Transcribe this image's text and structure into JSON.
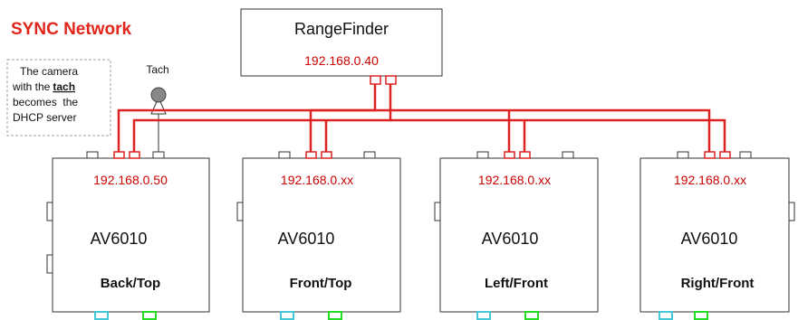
{
  "title": "SYNC Network",
  "note": {
    "lines": [
      "The camera",
      "with the",
      "tach",
      "becomes  the",
      "DHCP server"
    ]
  },
  "tach_label": "Tach",
  "rangefinder": {
    "name": "RangeFinder",
    "ip": "192.168.0.40"
  },
  "cameras": [
    {
      "ip": "192.168.0.50",
      "model": "AV6010",
      "position": "Back/Top"
    },
    {
      "ip": "192.168.0.xx",
      "model": "AV6010",
      "position": "Front/Top"
    },
    {
      "ip": "192.168.0.xx",
      "model": "AV6010",
      "position": "Left/Front"
    },
    {
      "ip": "192.168.0.xx",
      "model": "AV6010",
      "position": "Right/Front"
    }
  ],
  "colors": {
    "title": "#e0261b",
    "ip": "#cc0000",
    "cable": "#dd2222",
    "port_cyan": "#44c8d8",
    "port_green": "#22dd22",
    "box_border": "#333333",
    "note_border": "#a0a0a0"
  }
}
